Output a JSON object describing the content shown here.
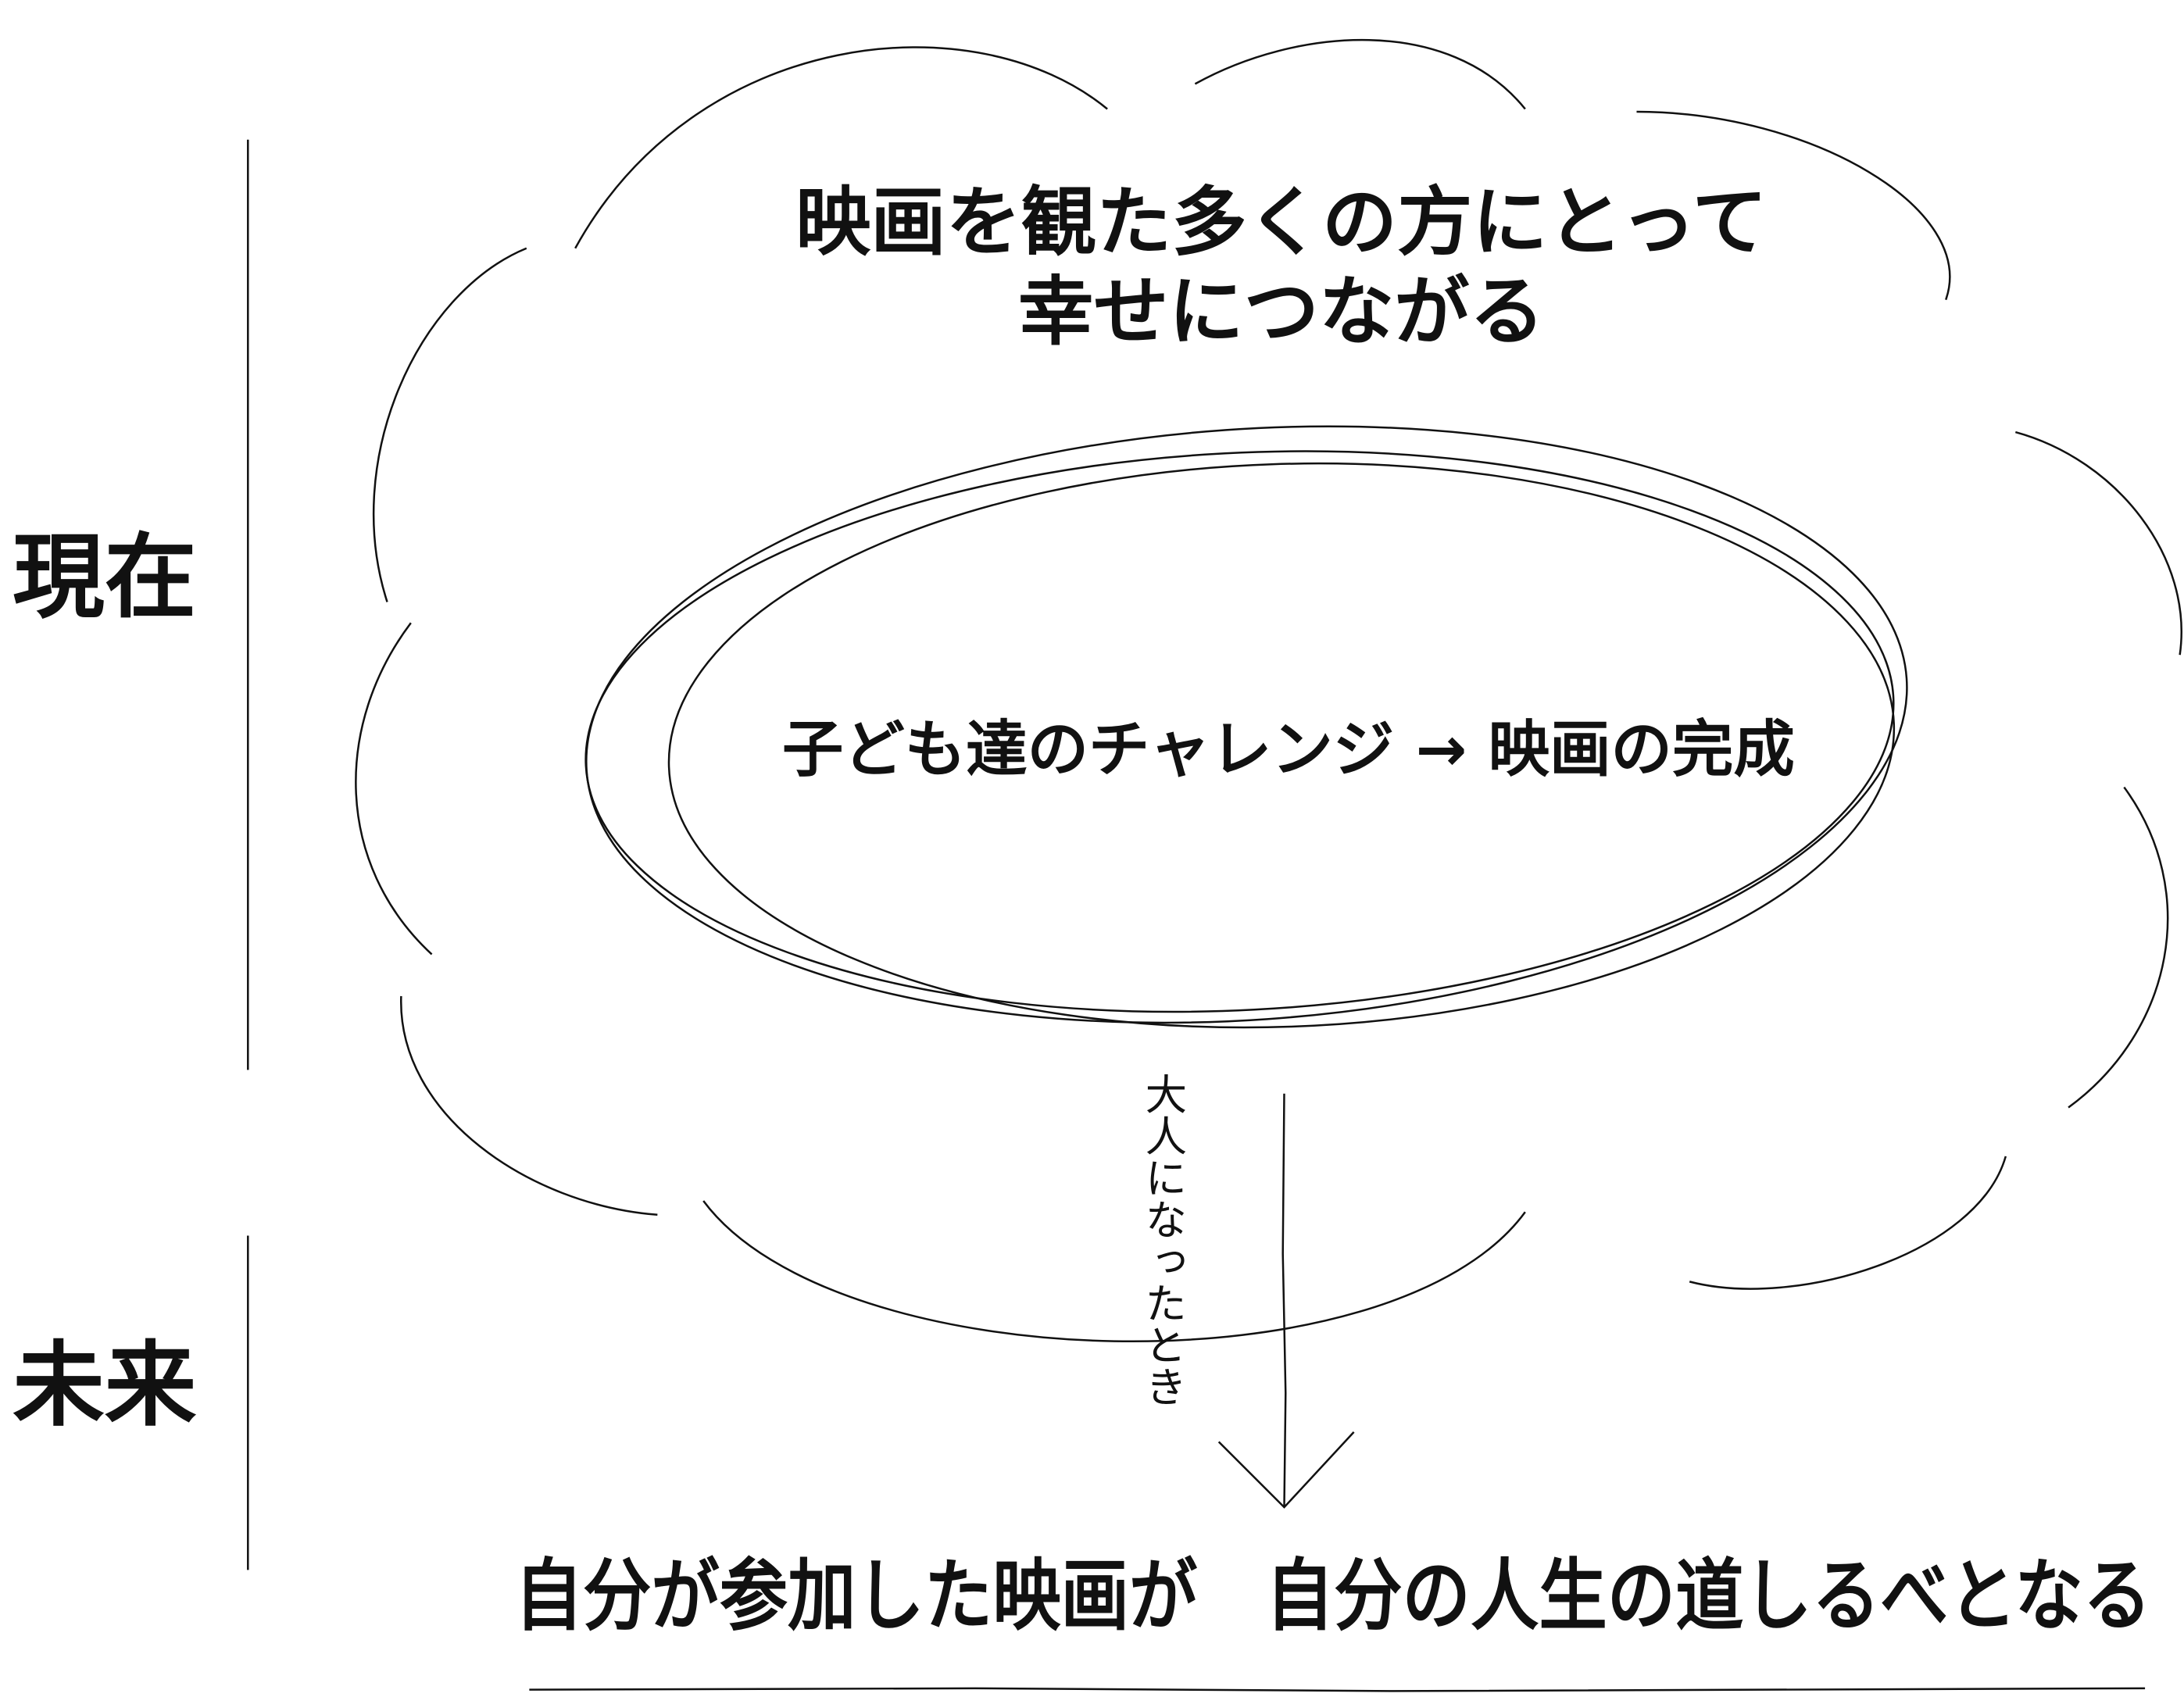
{
  "labels": {
    "present": "現在",
    "future": "未来"
  },
  "cloud": {
    "line1": "映画を観た多くの方にとって",
    "line2": "幸せにつながる"
  },
  "ellipse": {
    "text": "子ども達のチャレンジ → 映画の完成"
  },
  "arrow": {
    "label": "大人になったとき"
  },
  "bottom": {
    "text": "自分が参加した映画が　自分の人生の道しるべとなる"
  },
  "colors": {
    "ink": "#111111",
    "background": "#ffffff"
  }
}
